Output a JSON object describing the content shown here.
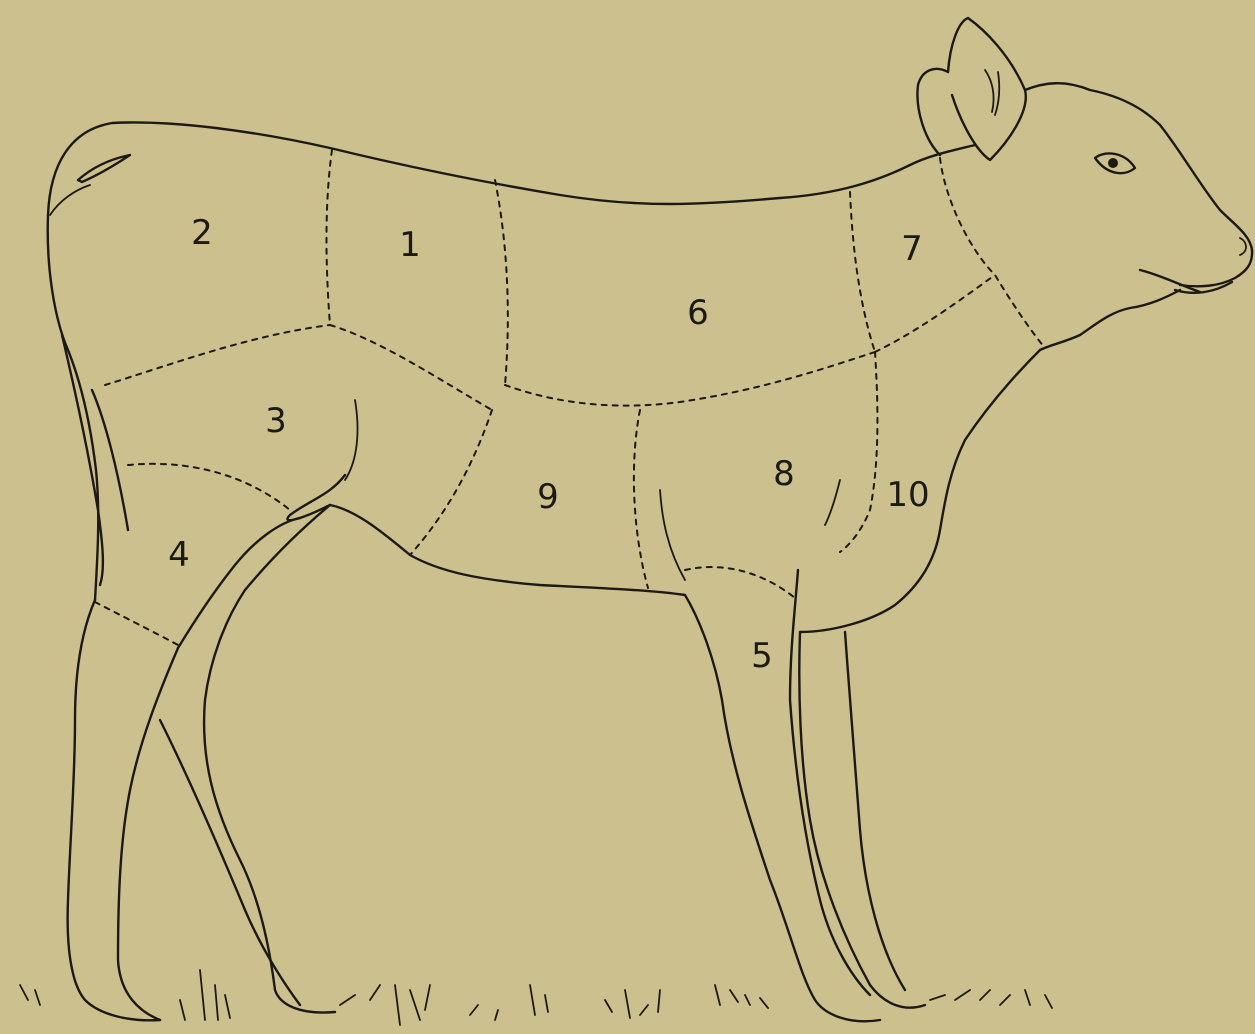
{
  "diagram": {
    "subject": "calf",
    "background": "#cdc08f",
    "ink": "#1c1a14",
    "regions": [
      {
        "id": "r1",
        "label": "1"
      },
      {
        "id": "r2",
        "label": "2"
      },
      {
        "id": "r3",
        "label": "3"
      },
      {
        "id": "r4",
        "label": "4"
      },
      {
        "id": "r5",
        "label": "5"
      },
      {
        "id": "r6",
        "label": "6"
      },
      {
        "id": "r7",
        "label": "7"
      },
      {
        "id": "r8",
        "label": "8"
      },
      {
        "id": "r9",
        "label": "9"
      },
      {
        "id": "r10",
        "label": "10"
      }
    ]
  }
}
